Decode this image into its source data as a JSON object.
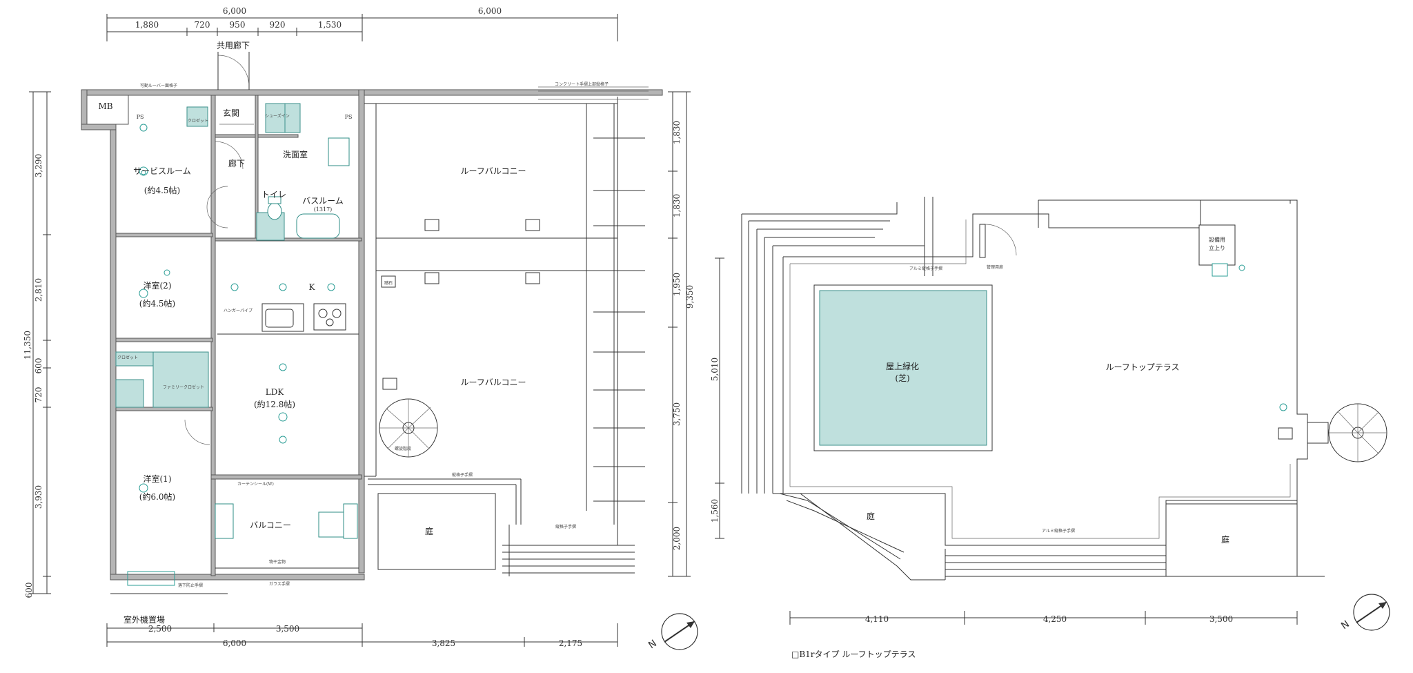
{
  "top_dims": {
    "total_left": "6,000",
    "total_right": "6,000",
    "segments": [
      "1,880",
      "720",
      "950",
      "920",
      "1,530"
    ]
  },
  "bottom_dims": {
    "row1": [
      "2,500",
      "3,500"
    ],
    "row2": [
      "6,000",
      "3,825",
      "2,175"
    ],
    "terrace": [
      "4,110",
      "4,250",
      "3,500"
    ]
  },
  "left_dims": {
    "segments": [
      "3,290",
      "2,810",
      "600",
      "720",
      "3,930",
      "600"
    ],
    "total": "11,350"
  },
  "right_dims": {
    "segments": [
      "1,830",
      "1,830",
      "1,950",
      "3,750",
      "2,000"
    ],
    "total": "9,350"
  },
  "terrace_left_dims": [
    "5,010",
    "1,560"
  ],
  "labels": {
    "common_corridor": "共用廊下",
    "mb": "MB",
    "ps": "PS",
    "entrance": "玄関",
    "hallway": "廊下",
    "washroom": "洗面室",
    "toilet": "トイレ",
    "bathroom": "バスルーム",
    "bathroom_size": "(1317)",
    "service_room": "サービスルーム",
    "service_room_size": "(約4.5帖)",
    "western2": "洋室(2)",
    "western2_size": "(約4.5帖)",
    "western1": "洋室(1)",
    "western1_size": "(約6.0帖)",
    "kitchen": "K",
    "ldk": "LDK",
    "ldk_size": "(約12.8帖)",
    "balcony": "バルコニー",
    "roof_balcony_1": "ルーフバルコニー",
    "roof_balcony_2": "ルーフバルコニー",
    "garden_1": "庭",
    "garden_2": "庭",
    "garden_3": "庭",
    "outdoor_unit": "室外機置場",
    "rooftop_green": "屋上緑化",
    "rooftop_green_sub": "(芝)",
    "rooftop_terrace": "ルーフトップテラス",
    "equipment": "設備用",
    "equipment_sub": "立上り",
    "closet": "クロゼット",
    "family_closet": "ファミリークロゼット",
    "shoe_in": "シューズイン",
    "hanger_pipe": "ハンガーパイプ",
    "spiral_stairs": "螺旋階段",
    "stepping_stone": "踏石",
    "railing": "縦格子手摺",
    "alum_railing": "アルミ縦格子手摺",
    "concrete_railing": "コンクリート手摺上部縦格子",
    "glass_railing": "ガラス手摺",
    "louver_railing": "可動ルーバー面格子",
    "fall_prevention": "落下防止手摺",
    "curtain_seal": "カーテンシール(W)",
    "pipe_space_access": "管理用扉",
    "drying_hardware": "物干金物",
    "caption": "□B1rタイプ ルーフトップテラス"
  }
}
